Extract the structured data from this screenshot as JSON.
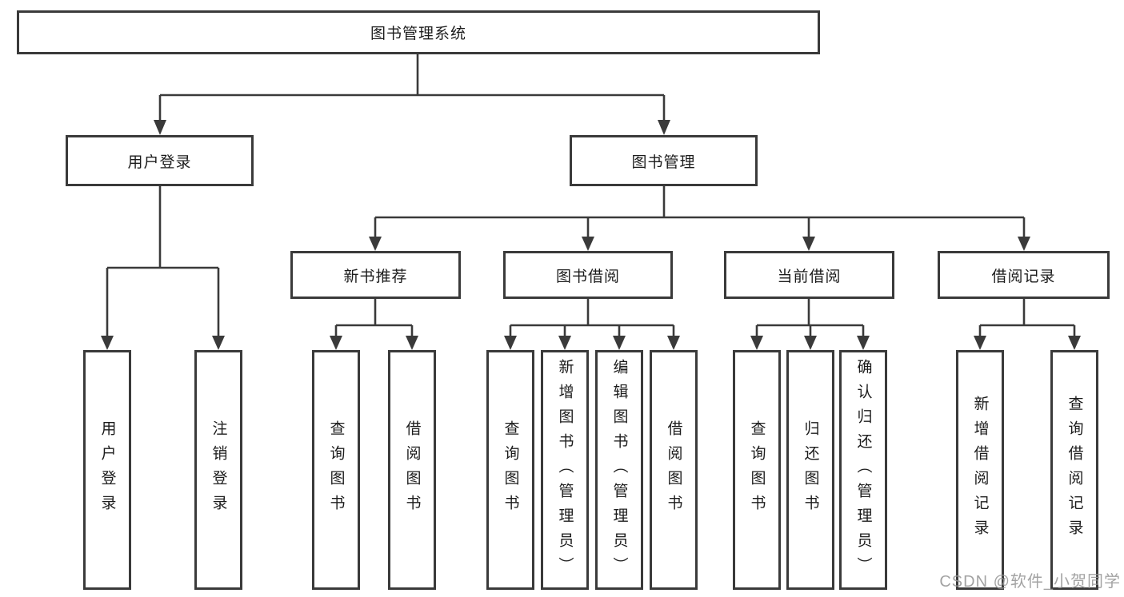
{
  "diagram_type": "hierarchy-tree",
  "colors": {
    "background": "#ffffff",
    "line": "#3a3a3a",
    "box_border": "#3a3a3a",
    "text": "#1c1c1c",
    "watermark": "#969696"
  },
  "tree": {
    "label": "图书管理系统",
    "children": [
      {
        "label": "用户登录",
        "children": [
          {
            "label": "用户登录"
          },
          {
            "label": "注销登录"
          }
        ]
      },
      {
        "label": "图书管理",
        "children": [
          {
            "label": "新书推荐",
            "children": [
              {
                "label": "查询图书"
              },
              {
                "label": "借阅图书"
              }
            ]
          },
          {
            "label": "图书借阅",
            "children": [
              {
                "label": "查询图书"
              },
              {
                "label": "新增图书（管理员）"
              },
              {
                "label": "编辑图书（管理员）"
              },
              {
                "label": "借阅图书"
              }
            ]
          },
          {
            "label": "当前借阅",
            "children": [
              {
                "label": "查询图书"
              },
              {
                "label": "归还图书"
              },
              {
                "label": "确认归还（管理员）"
              }
            ]
          },
          {
            "label": "借阅记录",
            "children": [
              {
                "label": "新增借阅记录"
              },
              {
                "label": "查询借阅记录"
              }
            ]
          }
        ]
      }
    ]
  },
  "watermark": {
    "text": "CSDN @软件_小贺同学"
  }
}
